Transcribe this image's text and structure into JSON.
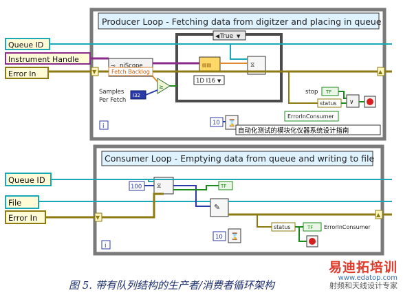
{
  "producer": {
    "title": "Producer Loop - Fetching data from digitzer and placing in queue",
    "case_selector": "True",
    "niscope_label": "niScope",
    "fetch_backlog": "Fetch Backlog",
    "samples_per_fetch_line1": "Samples",
    "samples_per_fetch_line2": "Per Fetch",
    "i32_label": "I32",
    "fetch_type": "1D I16",
    "stop_label": "stop",
    "tf_label": "TF",
    "status_label": "status",
    "error_in_consumer": "ErrorInConsumer",
    "wait_value": "10",
    "iteration_label": "i",
    "annotation": "自动化测试的模块化仪器系统设计指南"
  },
  "consumer": {
    "title": "Consumer Loop - Emptying data from queue and writing to file",
    "timeout_value": "100",
    "status_label": "status",
    "error_in_consumer": "ErrorInConsumer",
    "tf_label": "TF",
    "wait_value": "10",
    "iteration_label": "i"
  },
  "terminals": {
    "queue_id_top": "Queue ID",
    "instrument_handle": "Instrument Handle",
    "error_in_top": "Error In",
    "queue_id_bottom": "Queue ID",
    "file": "File",
    "error_in_bottom": "Error In"
  },
  "caption": "图 5. 带有队列结构的生产者/消费者循环架构",
  "watermark": {
    "line1": "易迪拓培训",
    "line2": "www.edatop.com",
    "line3": "射频和天线设计专家"
  },
  "colors": {
    "queue_wire": "#18a8b8",
    "instrument_wire": "#8a2a8a",
    "error_wire": "#8c7a10",
    "loop_border": "#7a7a7a",
    "label_fill": "#fffbd6",
    "title_fill": "#dff2ff",
    "case_border": "#4b4b4b"
  }
}
